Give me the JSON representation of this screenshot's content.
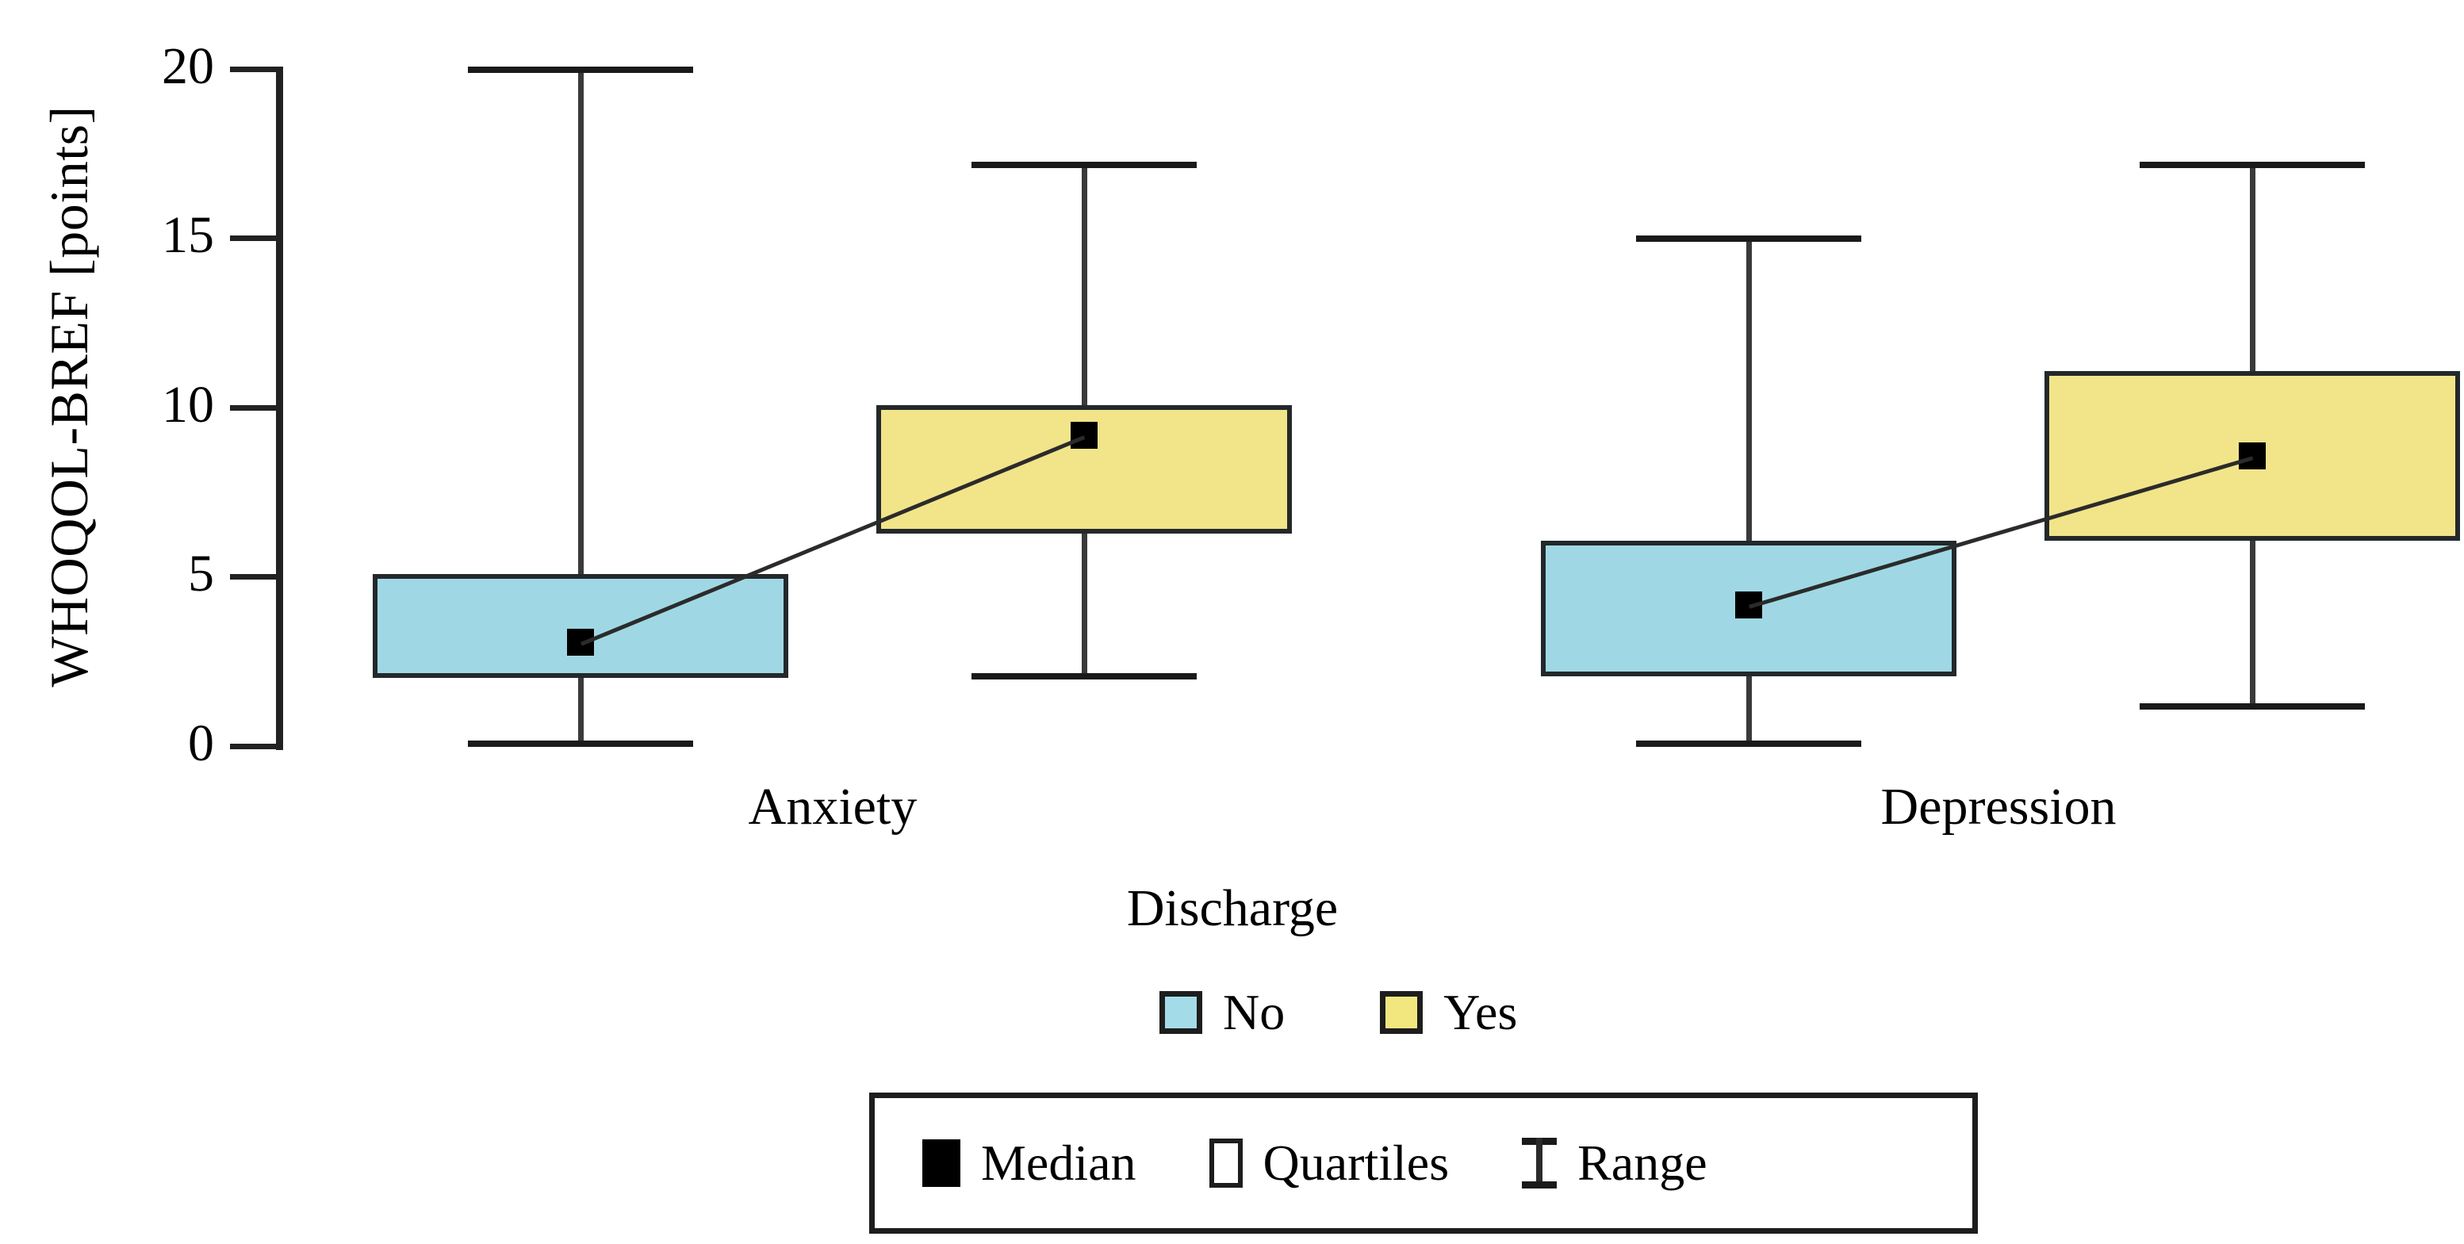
{
  "chart_data": {
    "type": "box",
    "title": "",
    "xlabel": "",
    "ylabel": "WHOQOL-BREF  [points]",
    "ylim": [
      0,
      20
    ],
    "yticks": [
      0,
      5,
      10,
      15,
      20
    ],
    "ytick_labels": [
      "0",
      "5",
      "10",
      "15",
      "20"
    ],
    "grid": false,
    "categories": [
      "Anxiety",
      "Depression"
    ],
    "legend_title": "Discharge",
    "legend_position": "bottom",
    "series": [
      {
        "name": "No",
        "color": "#9FD8E4",
        "boxes": [
          {
            "category": "Anxiety",
            "min": 0.0,
            "q1": 2.0,
            "median": 3.0,
            "q3": 5.0,
            "max": 20.0
          },
          {
            "category": "Depression",
            "min": 0.0,
            "q1": 2.0,
            "median": 4.1,
            "q3": 6.0,
            "max": 15.0
          }
        ]
      },
      {
        "name": "Yes",
        "color": "#F2E489",
        "boxes": [
          {
            "category": "Anxiety",
            "min": 2.0,
            "q1": 6.2,
            "median": 9.1,
            "q3": 10.0,
            "max": 17.2
          },
          {
            "category": "Depression",
            "min": 1.1,
            "q1": 6.0,
            "median": 8.5,
            "q3": 11.0,
            "max": 17.2
          }
        ]
      }
    ],
    "marker_legend": [
      {
        "label": "Median",
        "glyph": "filled-square"
      },
      {
        "label": "Quartiles",
        "glyph": "open-square"
      },
      {
        "label": "Range",
        "glyph": "i-beam"
      }
    ]
  },
  "axis": {
    "y_label": "WHOQOL-BREF  [points]",
    "ticks": [
      "20",
      "15",
      "10",
      "5",
      "0"
    ]
  },
  "categories": {
    "first": "Anxiety",
    "second": "Depression"
  },
  "legend": {
    "title": "Discharge",
    "no_label": "No",
    "yes_label": "Yes",
    "median_label": "Median",
    "quartiles_label": "Quartiles",
    "range_label": "Range"
  }
}
